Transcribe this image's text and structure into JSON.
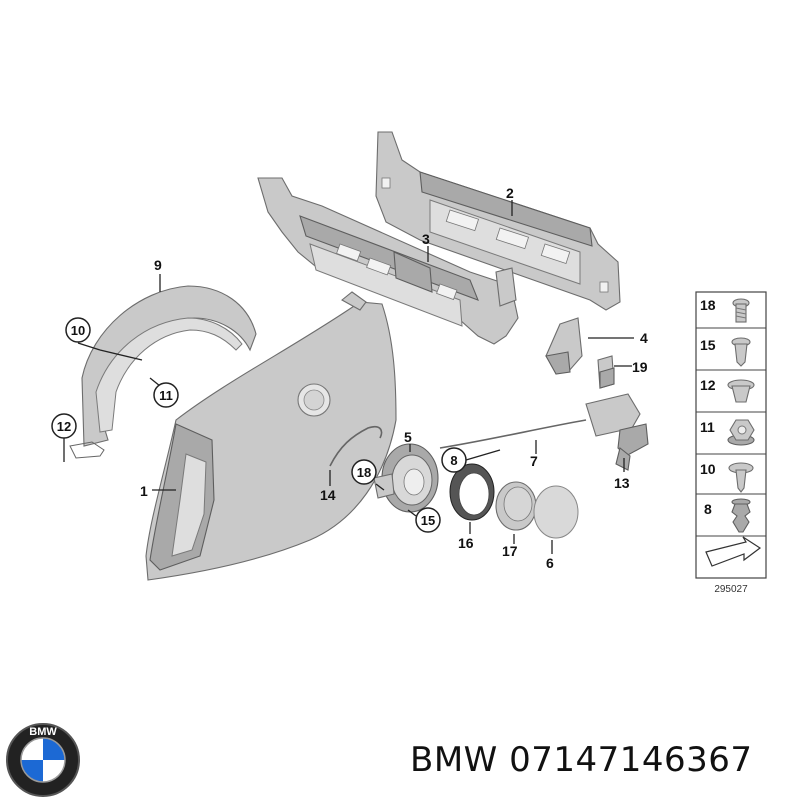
{
  "diagram": {
    "callouts": [
      "1",
      "2",
      "3",
      "4",
      "5",
      "6",
      "7",
      "8",
      "9",
      "10",
      "11",
      "12",
      "13",
      "14",
      "15",
      "16",
      "17",
      "18",
      "19"
    ],
    "legend_items": [
      "18",
      "15",
      "12",
      "11",
      "10",
      "8"
    ],
    "ref_number": "295027"
  },
  "footer": {
    "brand_logo_text": "BMW",
    "part_label": "BMW 07147146367"
  }
}
